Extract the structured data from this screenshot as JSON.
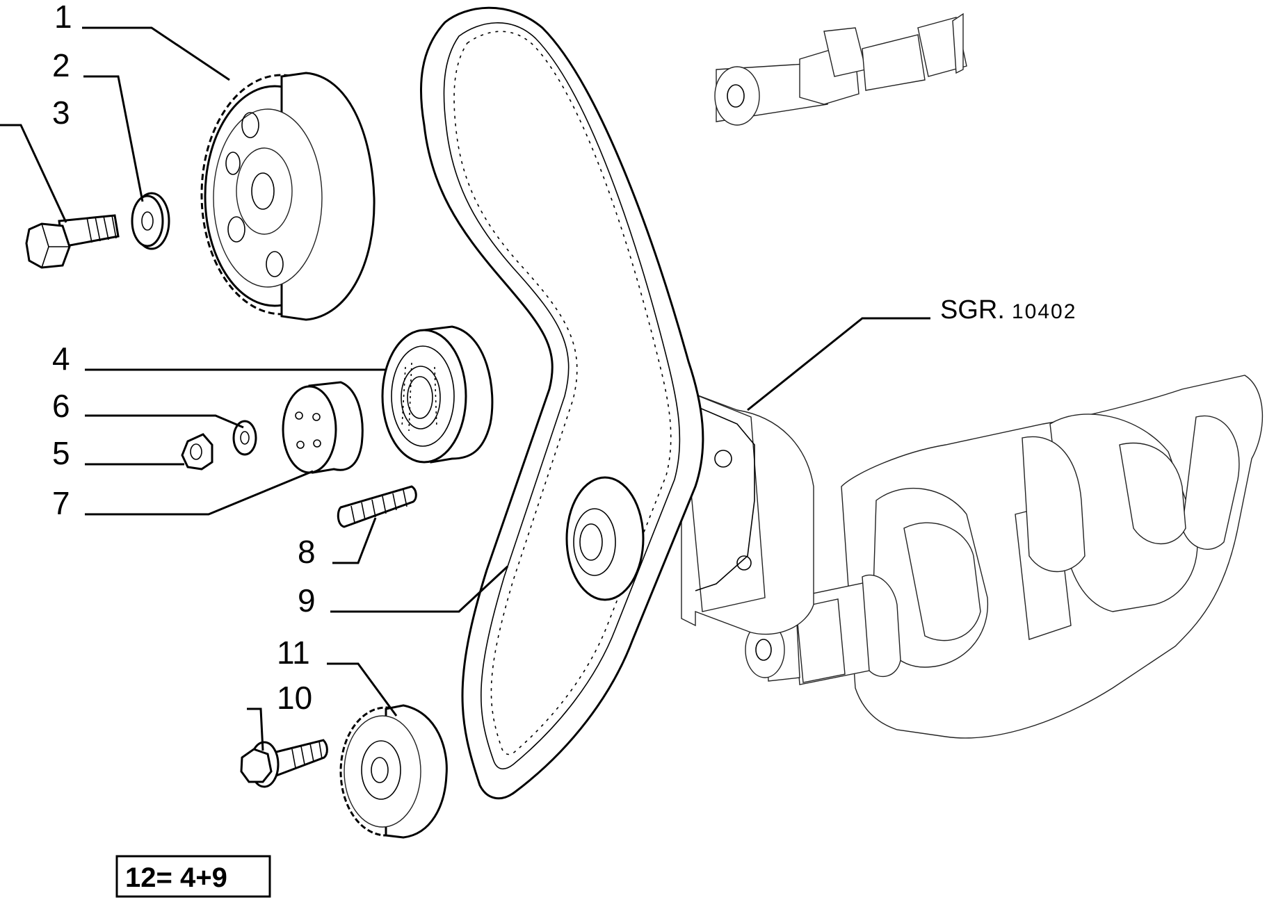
{
  "diagram": {
    "callouts": [
      {
        "id": "1",
        "label": "1"
      },
      {
        "id": "2",
        "label": "2"
      },
      {
        "id": "3",
        "label": "3"
      },
      {
        "id": "4",
        "label": "4"
      },
      {
        "id": "6",
        "label": "6"
      },
      {
        "id": "5",
        "label": "5"
      },
      {
        "id": "7",
        "label": "7"
      },
      {
        "id": "8",
        "label": "8"
      },
      {
        "id": "9",
        "label": "9"
      },
      {
        "id": "11",
        "label": "11"
      },
      {
        "id": "10",
        "label": "10"
      }
    ],
    "reference": {
      "prefix": "SGR.",
      "number": "10402"
    },
    "kit_note": "12= 4+9"
  }
}
